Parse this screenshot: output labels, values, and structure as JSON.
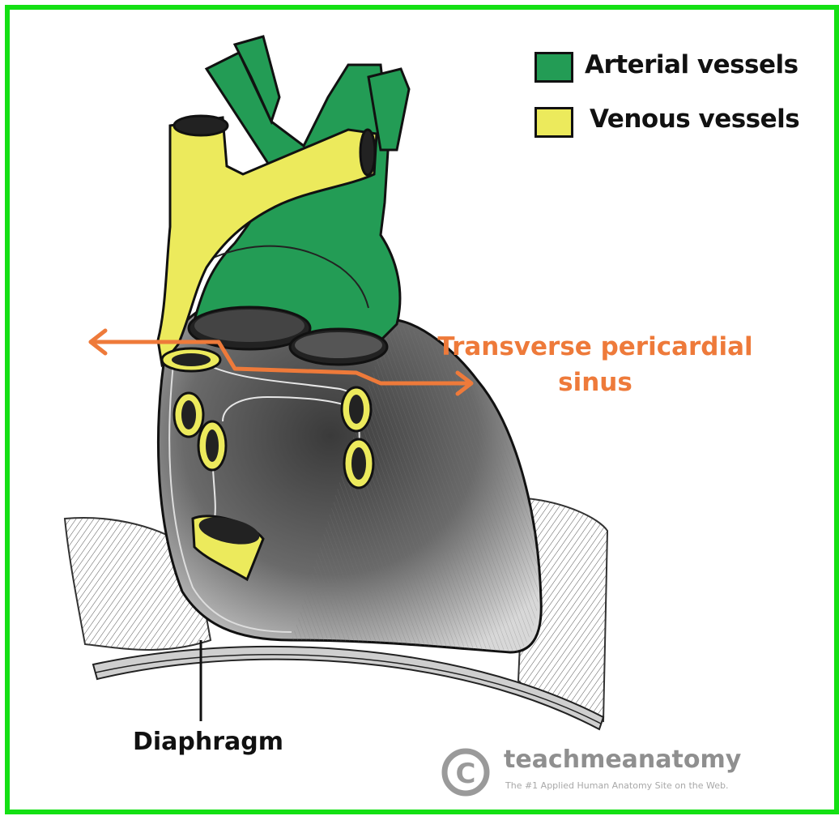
{
  "legend": {
    "items": [
      {
        "label": "Arterial vessels",
        "color": "#239c55"
      },
      {
        "label": "Venous vessels",
        "color": "#ecea5c"
      }
    ]
  },
  "labels": {
    "sinus": [
      "Transverse pericardial",
      "sinus"
    ],
    "diaphragm": "Diaphragm"
  },
  "watermark": {
    "symbol": "C",
    "name": "teachmeanatomy",
    "tagline": "The #1 Applied Human Anatomy Site on the Web."
  },
  "colors": {
    "frame": "#14e014",
    "arrow": "#ee7a3a",
    "artery": "#239c55",
    "vein": "#ecea5c",
    "outline": "#111111"
  }
}
